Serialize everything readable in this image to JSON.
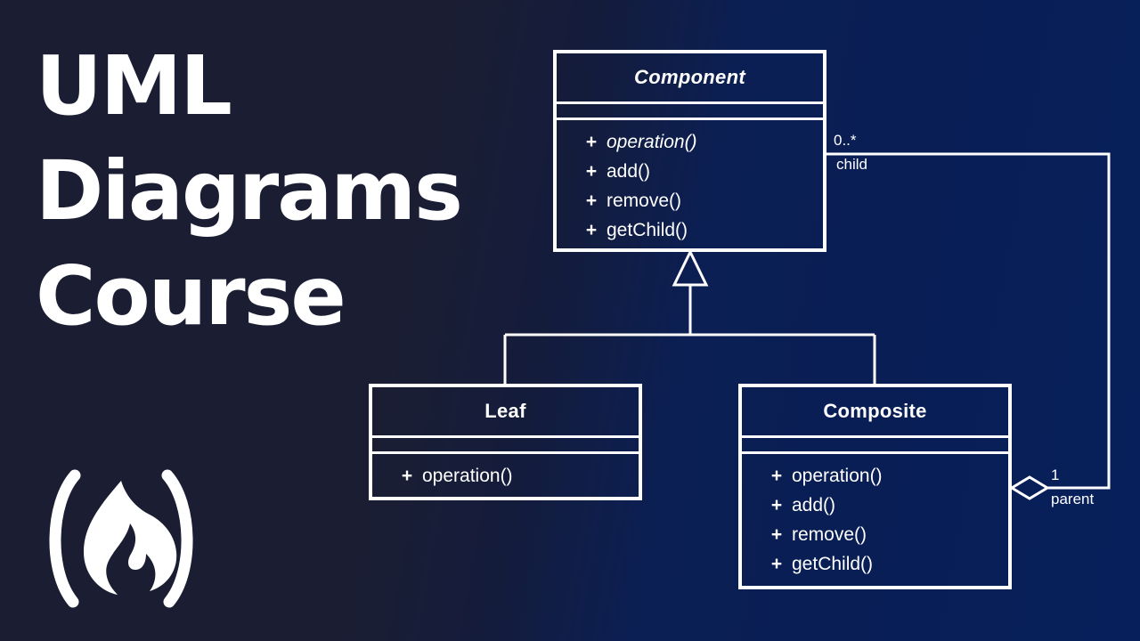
{
  "slide": {
    "title_lines": [
      "UML",
      "Diagrams",
      "Course"
    ],
    "brand_logo": "freecodecamp-flame-logo",
    "background_left_color": "#1b1e33",
    "background_right_color": "#07205c",
    "line_color": "#ffffff",
    "text_color": "#ffffff"
  },
  "diagram": {
    "kind": "uml-class-diagram",
    "pattern": "Composite",
    "classes": [
      {
        "id": "component",
        "name": "Component",
        "abstract": true,
        "attributes": [],
        "operations": [
          {
            "visibility": "+",
            "signature": "operation()",
            "abstract": true
          },
          {
            "visibility": "+",
            "signature": "add()",
            "abstract": false
          },
          {
            "visibility": "+",
            "signature": "remove()",
            "abstract": false
          },
          {
            "visibility": "+",
            "signature": "getChild()",
            "abstract": false
          }
        ]
      },
      {
        "id": "leaf",
        "name": "Leaf",
        "abstract": false,
        "attributes": [],
        "operations": [
          {
            "visibility": "+",
            "signature": "operation()",
            "abstract": false
          }
        ]
      },
      {
        "id": "composite",
        "name": "Composite",
        "abstract": false,
        "attributes": [],
        "operations": [
          {
            "visibility": "+",
            "signature": "operation()",
            "abstract": false
          },
          {
            "visibility": "+",
            "signature": "add()",
            "abstract": false
          },
          {
            "visibility": "+",
            "signature": "remove()",
            "abstract": false
          },
          {
            "visibility": "+",
            "signature": "getChild()",
            "abstract": false
          }
        ]
      }
    ],
    "relationships": [
      {
        "id": "leaf-generalization",
        "type": "generalization",
        "from": "Leaf",
        "to": "Component",
        "arrow": "hollow-triangle"
      },
      {
        "id": "composite-generalization",
        "type": "generalization",
        "from": "Composite",
        "to": "Component",
        "arrow": "hollow-triangle"
      },
      {
        "id": "composite-aggregation",
        "type": "aggregation",
        "from": "Composite",
        "to": "Component",
        "arrow": "hollow-diamond",
        "child_end": {
          "multiplicity": "0..*",
          "role": "child"
        },
        "parent_end": {
          "multiplicity": "1",
          "role": "parent"
        }
      }
    ]
  }
}
